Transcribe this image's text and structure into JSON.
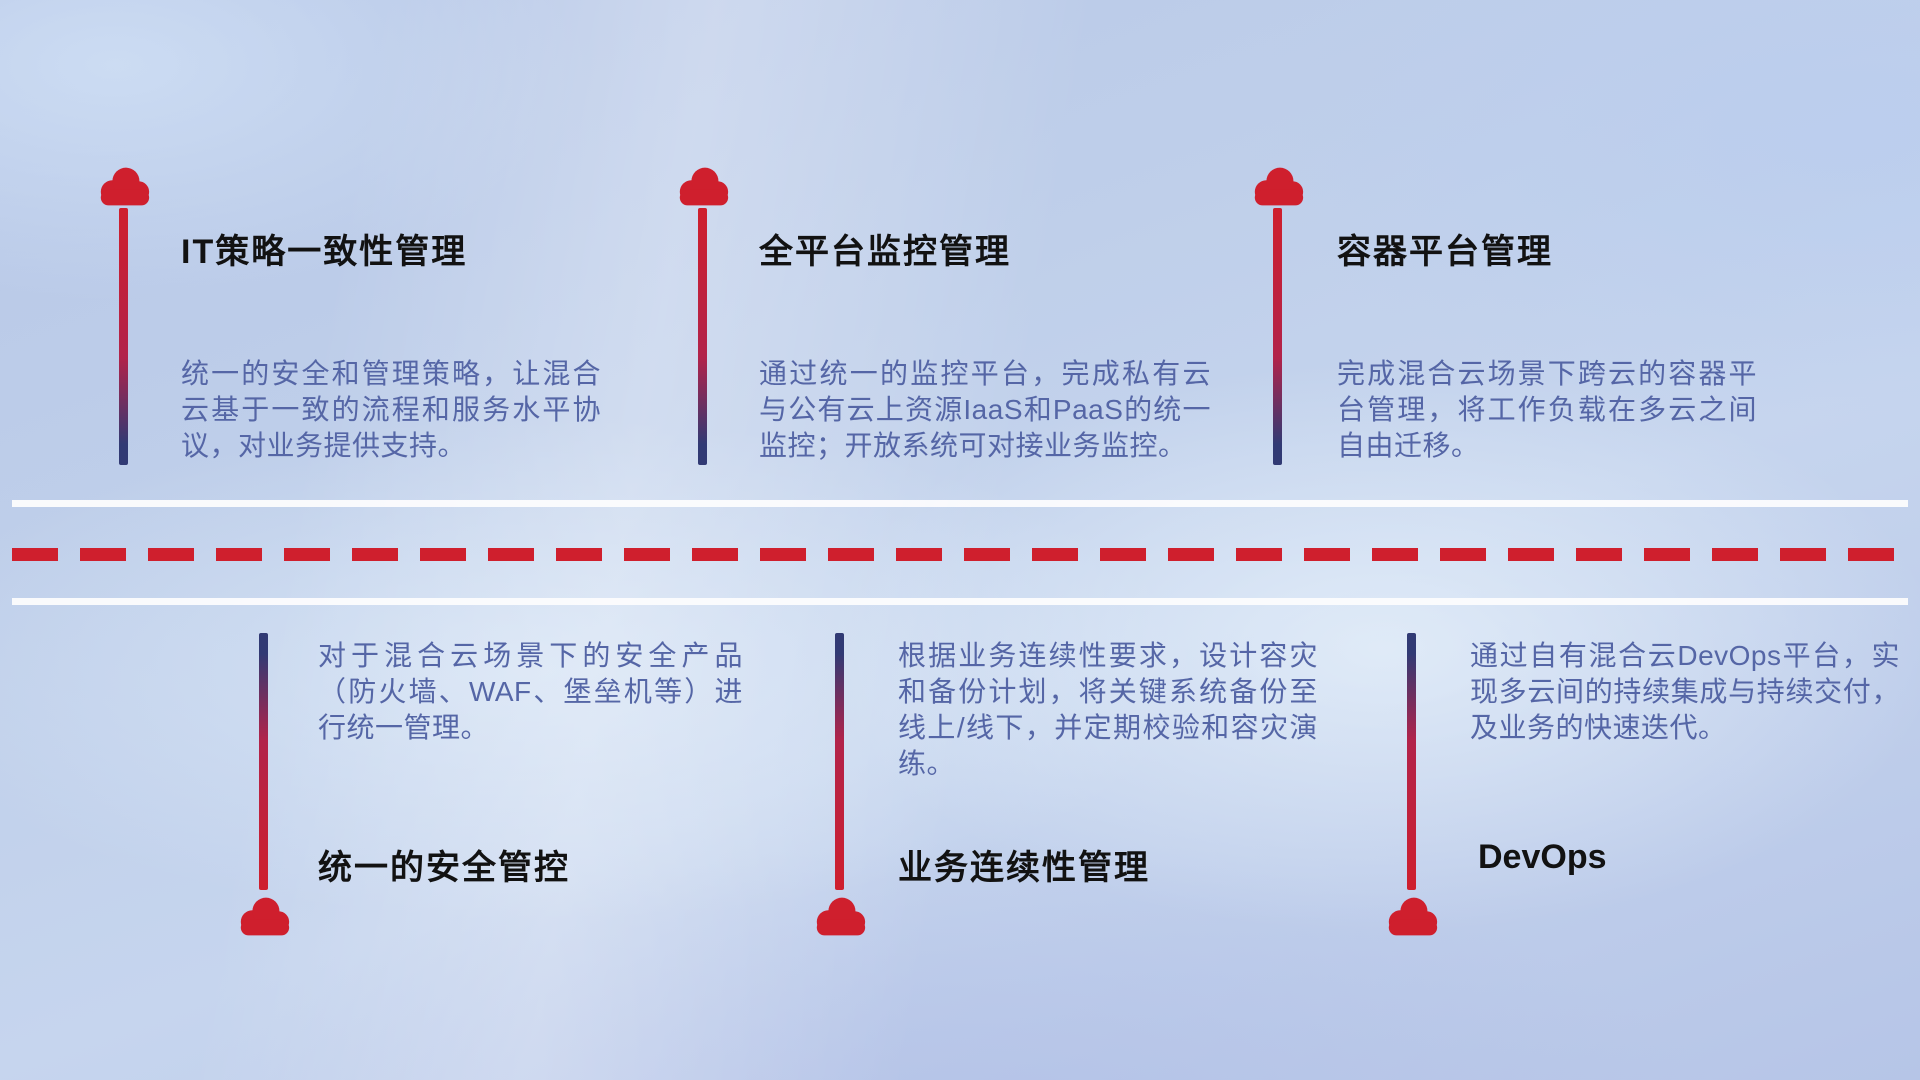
{
  "top_items": [
    {
      "title": "IT策略一致性管理",
      "desc": "统一的安全和管理策略，让混合云基于一致的流程和服务水平协议，对业务提供支持。",
      "icon": "cloud-icon"
    },
    {
      "title": "全平台监控管理",
      "desc": "通过统一的监控平台，完成私有云与公有云上资源IaaS和PaaS的统一监控；开放系统可对接业务监控。",
      "icon": "cloud-icon"
    },
    {
      "title": "容器平台管理",
      "desc": "完成混合云场景下跨云的容器平台管理，将工作负载在多云之间自由迁移。",
      "icon": "cloud-icon"
    }
  ],
  "bottom_items": [
    {
      "title": "统一的安全管控",
      "desc": "对于混合云场景下的安全产品（防火墙、WAF、堡垒机等）进行统一管理。",
      "icon": "cloud-icon"
    },
    {
      "title": "业务连续性管理",
      "desc": "根据业务连续性要求，设计容灾和备份计划，将关键系统备份至线上/线下，并定期校验和容灾演练。",
      "icon": "cloud-icon"
    },
    {
      "title": "DevOps",
      "desc": "通过自有混合云DevOps平台，实现多云间的持续集成与持续交付，及业务的快速迭代。",
      "icon": "cloud-icon"
    }
  ],
  "colors": {
    "accent_red": "#cf1f2d",
    "line_navy": "#313a74",
    "title_text": "#121212",
    "desc_text": "#5566a6"
  }
}
